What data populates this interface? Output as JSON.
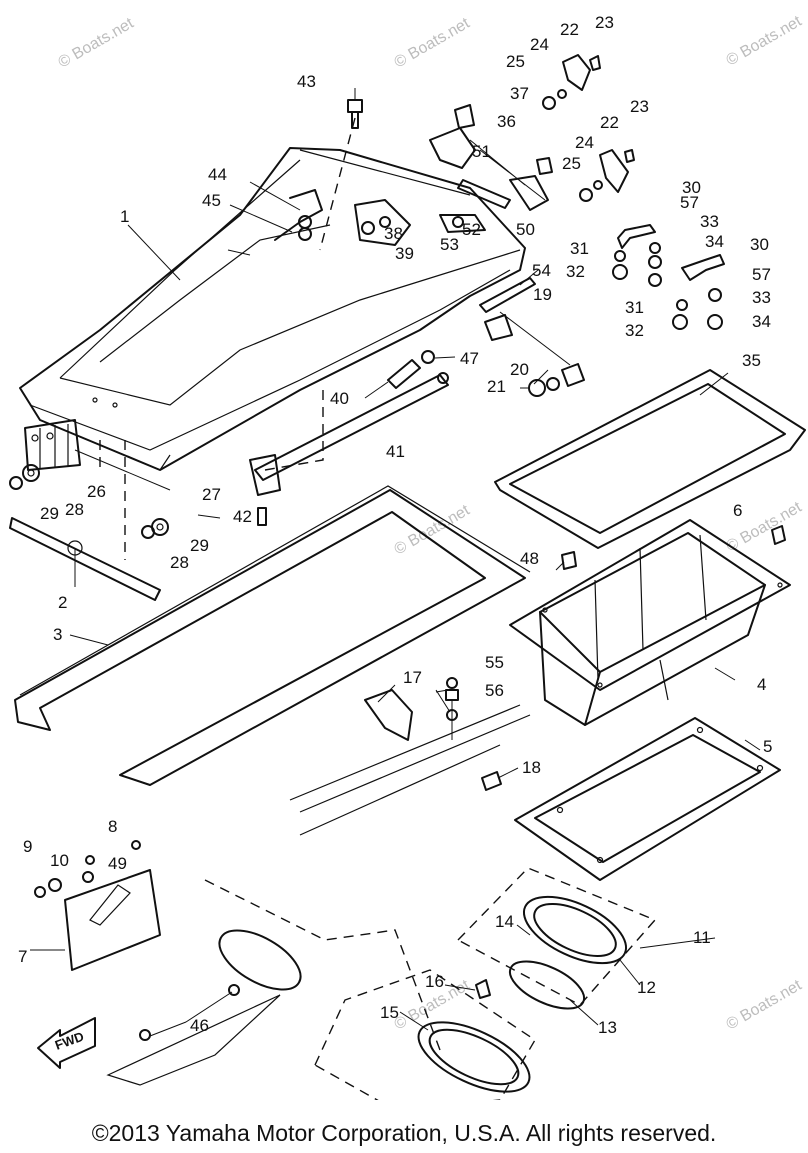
{
  "watermark": "© Boats.net",
  "copyright": "©2013 Yamaha Motor Corporation, U.S.A. All rights reserved.",
  "fwd_label": "FWD",
  "callouts": {
    "c1": "1",
    "c2": "2",
    "c3": "3",
    "c4": "4",
    "c5": "5",
    "c6": "6",
    "c7": "7",
    "c8": "8",
    "c9": "9",
    "c10": "10",
    "c11": "11",
    "c12": "12",
    "c13": "13",
    "c14": "14",
    "c15": "15",
    "c16": "16",
    "c17": "17",
    "c18": "18",
    "c19": "19",
    "c20": "20",
    "c21": "21",
    "c22a": "22",
    "c22b": "22",
    "c23a": "23",
    "c23b": "23",
    "c24a": "24",
    "c24b": "24",
    "c25a": "25",
    "c25b": "25",
    "c26": "26",
    "c27": "27",
    "c28a": "28",
    "c28b": "28",
    "c29a": "29",
    "c29b": "29",
    "c30a": "30",
    "c30b": "30",
    "c31a": "31",
    "c31b": "31",
    "c32a": "32",
    "c32b": "32",
    "c33a": "33",
    "c33b": "33",
    "c34a": "34",
    "c34b": "34",
    "c35": "35",
    "c36": "36",
    "c37": "37",
    "c38": "38",
    "c39": "39",
    "c40": "40",
    "c41": "41",
    "c42": "42",
    "c43": "43",
    "c44": "44",
    "c45": "45",
    "c46": "46",
    "c47": "47",
    "c48": "48",
    "c49": "49",
    "c50": "50",
    "c51": "51",
    "c52": "52",
    "c53": "53",
    "c54": "54",
    "c55": "55",
    "c56": "56",
    "c57a": "57",
    "c57b": "57"
  }
}
